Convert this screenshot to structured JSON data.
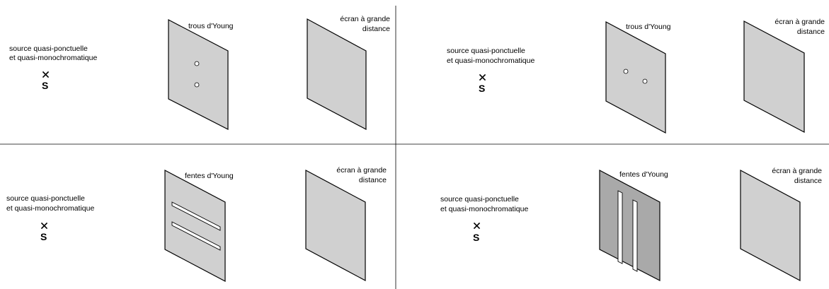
{
  "source_label_line1": "source quasi-ponctuelle",
  "source_label_line2": "et quasi-monochromatique",
  "source_letter": "S",
  "screen_label_line1": "écran à grande",
  "screen_label_line2": "distance",
  "panels": [
    {
      "aperture_label": "trous d'Young",
      "aperture_type": "holes-vertical"
    },
    {
      "aperture_label": "trous d'Young",
      "aperture_type": "holes-horizontal"
    },
    {
      "aperture_label": "fentes d'Young",
      "aperture_type": "slits-horizontal"
    },
    {
      "aperture_label": "fentes d'Young",
      "aperture_type": "slits-vertical"
    }
  ],
  "colors": {
    "plate": "#d0d0d0",
    "plate_dark": "#a9a9a9",
    "aperture": "#ffffff",
    "line": "#000000"
  }
}
